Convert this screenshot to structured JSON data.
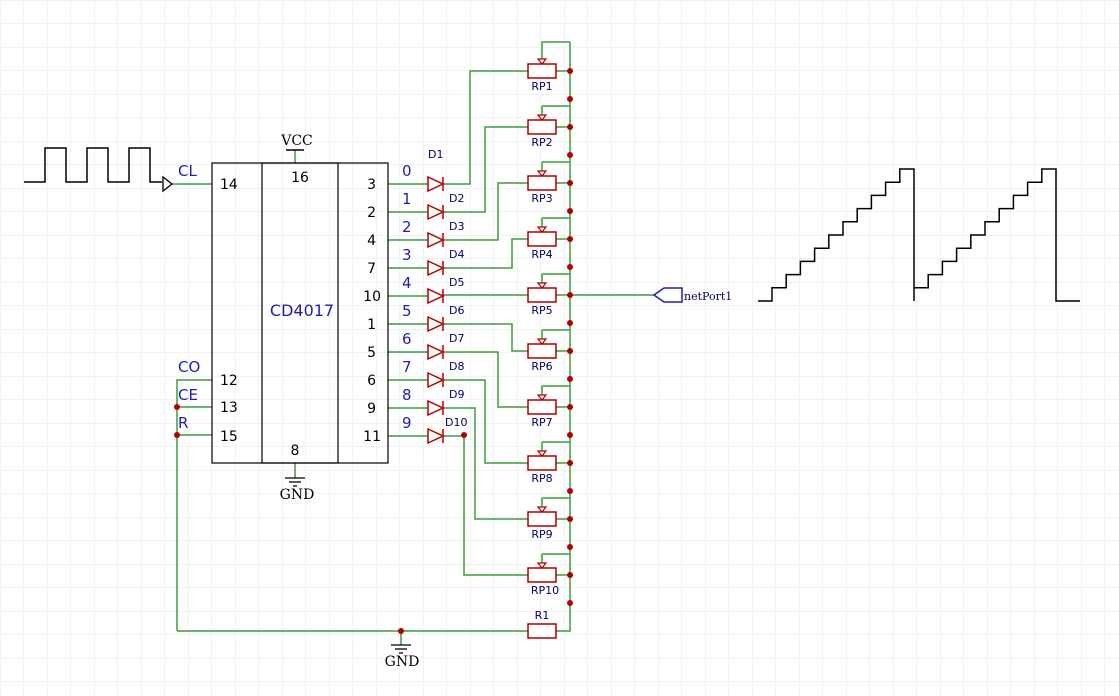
{
  "colors": {
    "grid": "#e6e6e6",
    "wire": "#3f9a3f",
    "component": "#b00000",
    "junction": "#b00000",
    "body": "#000000",
    "label_blue": "#1e1eb0",
    "label_dark": "#000066"
  },
  "chip": {
    "name": "CD4017",
    "vcc_pin": "16",
    "gnd_pin": "8",
    "left_pins": [
      {
        "num": "14",
        "net": "CL"
      },
      {
        "num": "12",
        "net": "CO"
      },
      {
        "num": "13",
        "net": "CE"
      },
      {
        "num": "15",
        "net": "R"
      }
    ],
    "right_pins": [
      {
        "num": "3",
        "out": "0",
        "diode": "D1",
        "pot": "RP1"
      },
      {
        "num": "2",
        "out": "1",
        "diode": "D2",
        "pot": "RP2"
      },
      {
        "num": "4",
        "out": "2",
        "diode": "D3",
        "pot": "RP3"
      },
      {
        "num": "7",
        "out": "3",
        "diode": "D4",
        "pot": "RP4"
      },
      {
        "num": "10",
        "out": "4",
        "diode": "D5",
        "pot": "RP5"
      },
      {
        "num": "1",
        "out": "5",
        "diode": "D6",
        "pot": "RP6"
      },
      {
        "num": "5",
        "out": "6",
        "diode": "D7",
        "pot": "RP7"
      },
      {
        "num": "6",
        "out": "7",
        "diode": "D8",
        "pot": "RP8"
      },
      {
        "num": "9",
        "out": "8",
        "diode": "D9",
        "pot": "RP9"
      },
      {
        "num": "11",
        "out": "9",
        "diode": "D10",
        "pot": "RP10"
      }
    ]
  },
  "power": {
    "vcc_label": "VCC",
    "gnd_label_chip": "GND",
    "gnd_label_bottom": "GND"
  },
  "resistor": "R1",
  "net_port": "netPort1"
}
